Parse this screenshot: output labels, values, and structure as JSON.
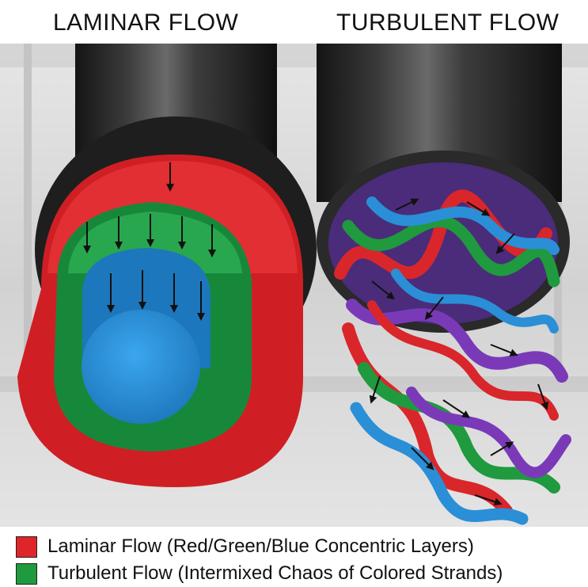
{
  "titles": {
    "left": "LAMINAR FLOW",
    "right": "TURBULENT FLOW"
  },
  "legend": {
    "items": [
      {
        "color": "#e0252a",
        "label": "Laminar Flow (Red/Green/Blue Concentric Layers)"
      },
      {
        "color": "#1f9a3e",
        "label": "Turbulent Flow (Intermixed Chaos of Colored Strands)"
      }
    ]
  },
  "colors": {
    "red": "#e0252a",
    "green": "#1f9a3e",
    "blue": "#2a8fd6",
    "purple": "#7a3ab8",
    "pipe": "#2b2b2b",
    "background": "#d8d8d8"
  }
}
